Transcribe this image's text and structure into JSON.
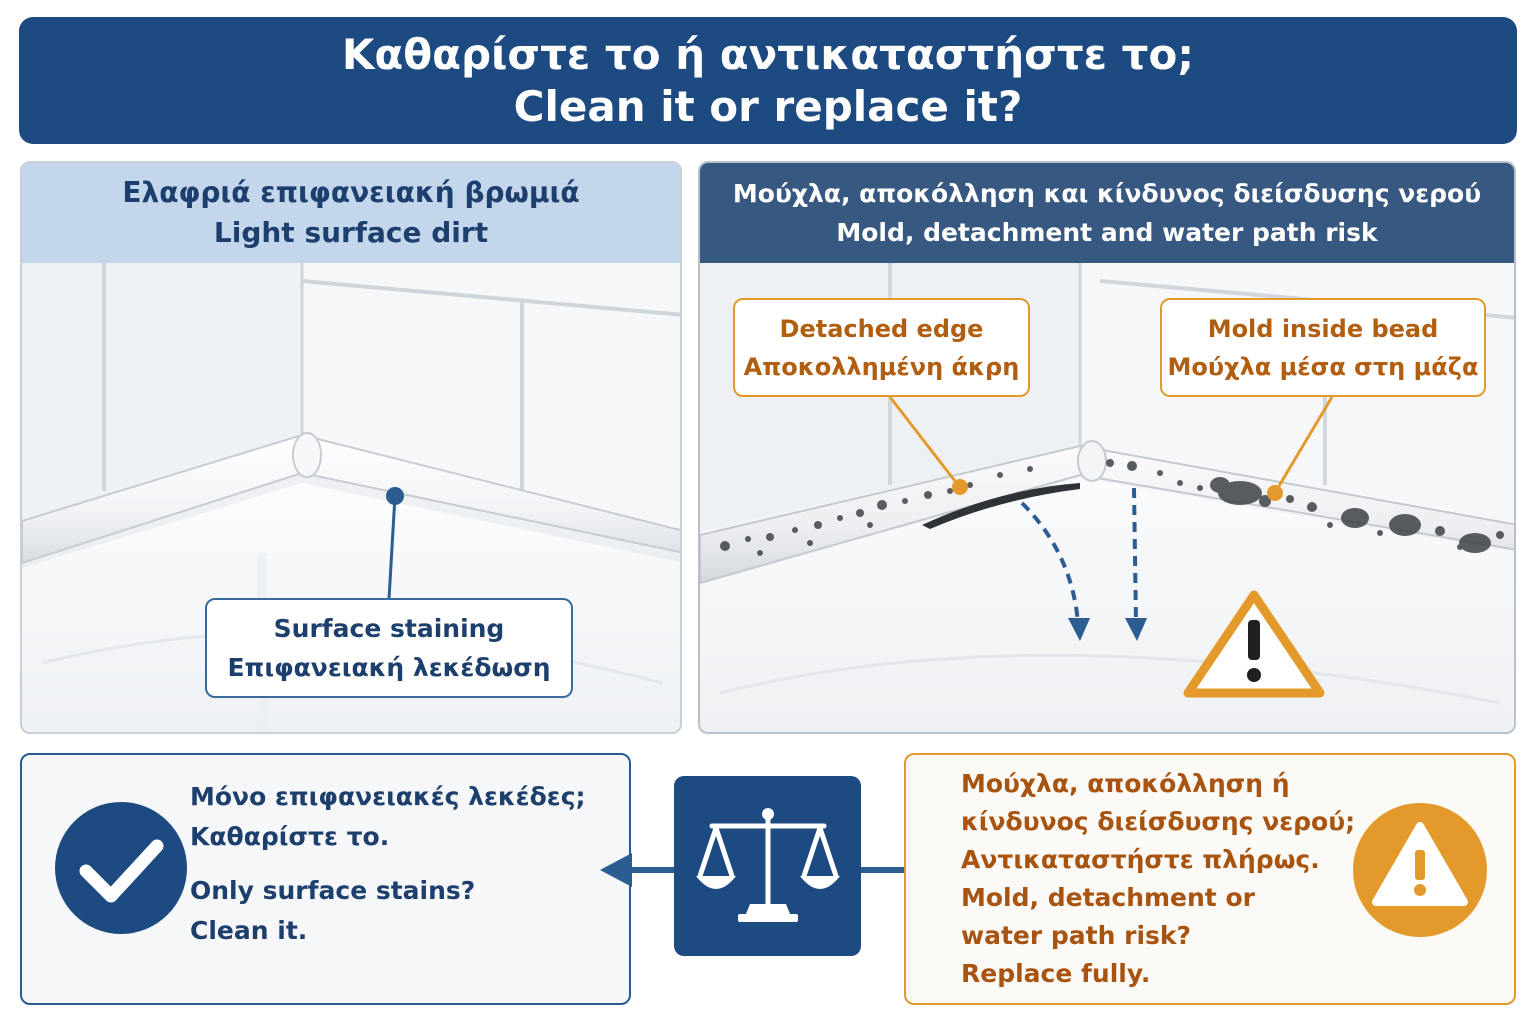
{
  "title": {
    "line1": "Καθαρίστε το ή αντικαταστήστε το;",
    "line2": "Clean it or replace it?"
  },
  "left_panel": {
    "heading_gr": "Ελαφριά επιφανειακή βρωμιά",
    "heading_en": "Light surface dirt",
    "callout_en": "Surface staining",
    "callout_gr": "Επιφανειακή λεκέδωση"
  },
  "right_panel": {
    "heading_gr": "Μούχλα, αποκόλληση και κίνδυνος διείσδυσης νερού",
    "heading_en": "Mold, detachment and water path risk",
    "callout_detached_en": "Detached edge",
    "callout_detached_gr": "Αποκολλημένη άκρη",
    "callout_mold_en": "Mold inside bead",
    "callout_mold_gr": "Μούχλα μέσα στη μάζα"
  },
  "bottom_left": {
    "lines_gr": [
      "Μόνο επιφανειακές λεκέδες;",
      "Καθαρίστε το."
    ],
    "lines_en": [
      "Only surface stains?",
      "Clean it."
    ]
  },
  "bottom_right": {
    "lines_gr": [
      "Μούχλα, αποκόλληση ή",
      "κίνδυνος διείσδυσης νερού;",
      "Αντικαταστήστε πλήρως."
    ],
    "lines_en": [
      "Mold, detachment or",
      "water path risk?",
      "Replace fully."
    ]
  },
  "icons": {
    "check": "checkmark-icon",
    "scale": "balance-scale-icon",
    "warning": "warning-icon",
    "arrows": "double-arrow-icon"
  },
  "colors": {
    "navy": "#1d4a80",
    "orange": "#e39a2a",
    "light_blue": "#c3d6ec"
  }
}
